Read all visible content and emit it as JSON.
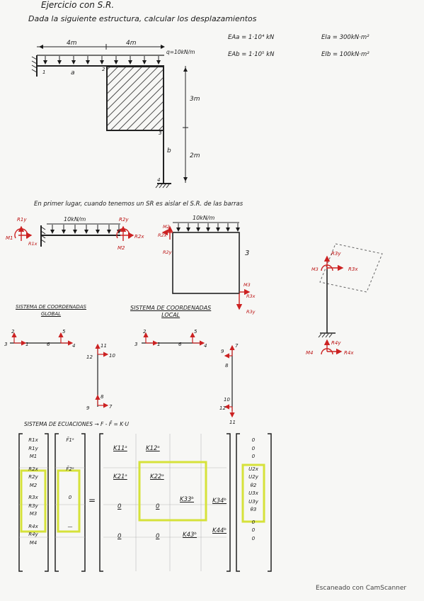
{
  "title": "Ejercicio con S.R.",
  "statement": "Dada la siguiente estructura, calcular los desplazamientos",
  "properties": {
    "ea_a": "EAa = 1·10⁴ kN",
    "ea_b": "EAb = 1·10⁵ kN",
    "ei_a": "EIa = 300kN·m²",
    "ei_b": "EIb = 100kN·m²"
  },
  "structure": {
    "dim_top_left": "4m",
    "dim_top_right": "4m",
    "load": "q=10kN/m",
    "dim_side_top": "3m",
    "dim_side_bottom": "2m",
    "node1": "1",
    "node2": "2",
    "node3": "3",
    "node4": "4",
    "bar_a": "a",
    "bar_b": "b"
  },
  "subtitle": "En primer lugar, cuando tenemos un SR es aislar el S.R. de las barras",
  "fbd": {
    "load_left": "10kN/m",
    "load_right": "10kN/m",
    "r1y": "R1y",
    "m1": "M1",
    "r1x": "R1x",
    "r2y": "R2y",
    "r2x": "R2x",
    "m2": "M2",
    "r2x_b": "R2x",
    "m2_b": "M2",
    "r2y_b": "R2y",
    "m3": "M3",
    "r3x": "R3x",
    "r3y": "R3y",
    "r3y_c": "R3y",
    "m3_c": "M3",
    "r3x_c": "R3x",
    "r4y": "R4y",
    "m4": "M4",
    "r4x": "R4x",
    "three_mark": "3"
  },
  "coord_global": {
    "label_line1": "SISTEMA DE COORDENADAS",
    "label_line2": "GLOBAL",
    "h": [
      "2",
      "3",
      "1",
      "5",
      "6",
      "4"
    ],
    "v": [
      "11",
      "12",
      "10",
      "8",
      "9",
      "7"
    ]
  },
  "coord_local": {
    "label_line1": "SISTEMA DE COORDENADAS",
    "label_line2": "LOCAL",
    "h": [
      "2",
      "3",
      "1",
      "5",
      "6",
      "4"
    ],
    "v": [
      "7",
      "9",
      "8",
      "10",
      "12",
      "11"
    ]
  },
  "equations": {
    "header": "SISTEMA DE ECUACIONES → F - F̄ = K·U",
    "F": [
      "R1x",
      "R1y",
      "M1",
      "R2x",
      "R2y",
      "M2",
      "R3x",
      "R3y",
      "M3",
      "R4x",
      "R4y",
      "M4"
    ],
    "Fbar": [
      "F̄1ᵃ",
      "",
      "",
      "F̄2ᵃ",
      "",
      "",
      "0",
      "",
      "",
      "—",
      "",
      ""
    ],
    "U": [
      "0",
      "0",
      "0",
      "U2x",
      "U2y",
      "θ2",
      "U3x",
      "U3y",
      "θ3",
      "0",
      "0",
      "0"
    ],
    "K": [
      [
        "K11ᵃ",
        "K12ᵃ",
        "",
        ""
      ],
      [
        "K21ᵃ",
        "K22ᵃ",
        "",
        ""
      ],
      [
        "0",
        "0",
        "K33ᵇ",
        "K34ᵇ"
      ],
      [
        "0",
        "0",
        "K43ᵇ",
        "K44ᵇ"
      ]
    ],
    "equals": "="
  },
  "watermark": "Escaneado con CamScanner",
  "colors": {
    "highlight": "#d6e23a",
    "ink": "#1a1a1a",
    "red": "#c22222",
    "paper": "#f7f7f5"
  }
}
